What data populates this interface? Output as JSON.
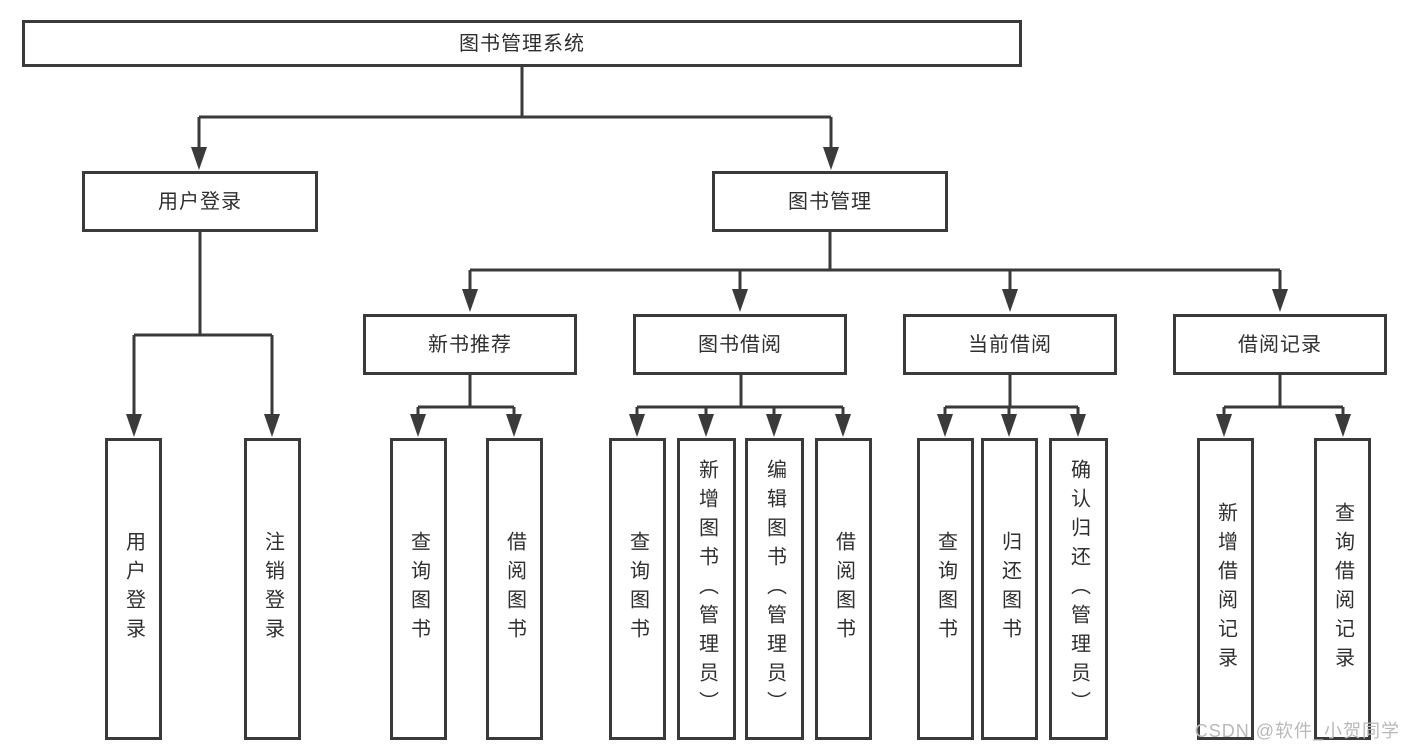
{
  "diagram": {
    "title_node": {
      "label": "图书管理系统"
    },
    "level2": [
      {
        "label": "用户登录"
      },
      {
        "label": "图书管理"
      }
    ],
    "level3": [
      {
        "label": "新书推荐"
      },
      {
        "label": "图书借阅"
      },
      {
        "label": "当前借阅"
      },
      {
        "label": "借阅记录"
      }
    ],
    "leaves": {
      "user_login": [
        {
          "label": "用户登录"
        },
        {
          "label": "注销登录"
        }
      ],
      "new_books": [
        {
          "label": "查询图书"
        },
        {
          "label": "借阅图书"
        }
      ],
      "book_borrow": [
        {
          "label": "查询图书"
        },
        {
          "label": "新增图书（管理员）"
        },
        {
          "label": "编辑图书（管理员）"
        },
        {
          "label": "借阅图书"
        }
      ],
      "current_borrow": [
        {
          "label": "查询图书"
        },
        {
          "label": "归还图书"
        },
        {
          "label": "确认归还（管理员）"
        }
      ],
      "borrow_records": [
        {
          "label": "新增借阅记录"
        },
        {
          "label": "查询借阅记录"
        }
      ]
    },
    "colors": {
      "line": "#3a3a3a",
      "box_border": "#3a3a3a",
      "text": "#2f2f2f",
      "background": "#ffffff",
      "watermark": "#b9b9b9"
    }
  },
  "watermark": {
    "text": "CSDN @软件_小贺同学"
  }
}
